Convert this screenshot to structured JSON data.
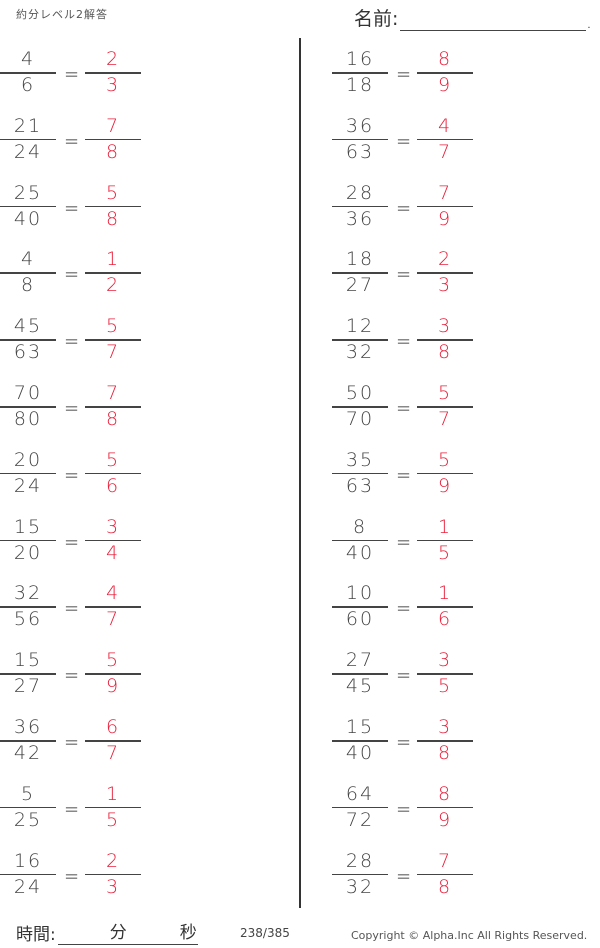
{
  "header": {
    "title": "約分レベル2解答",
    "name_label": "名前:",
    "name_value": ""
  },
  "colors": {
    "question": "#444444",
    "answer": "#e8213c",
    "divider": "#333333"
  },
  "left_column": [
    {
      "q_num": "4",
      "q_den": "6",
      "a_num": "2",
      "a_den": "3"
    },
    {
      "q_num": "21",
      "q_den": "24",
      "a_num": "7",
      "a_den": "8"
    },
    {
      "q_num": "25",
      "q_den": "40",
      "a_num": "5",
      "a_den": "8"
    },
    {
      "q_num": "4",
      "q_den": "8",
      "a_num": "1",
      "a_den": "2"
    },
    {
      "q_num": "45",
      "q_den": "63",
      "a_num": "5",
      "a_den": "7"
    },
    {
      "q_num": "70",
      "q_den": "80",
      "a_num": "7",
      "a_den": "8"
    },
    {
      "q_num": "20",
      "q_den": "24",
      "a_num": "5",
      "a_den": "6"
    },
    {
      "q_num": "15",
      "q_den": "20",
      "a_num": "3",
      "a_den": "4"
    },
    {
      "q_num": "32",
      "q_den": "56",
      "a_num": "4",
      "a_den": "7"
    },
    {
      "q_num": "15",
      "q_den": "27",
      "a_num": "5",
      "a_den": "9"
    },
    {
      "q_num": "36",
      "q_den": "42",
      "a_num": "6",
      "a_den": "7"
    },
    {
      "q_num": "5",
      "q_den": "25",
      "a_num": "1",
      "a_den": "5"
    },
    {
      "q_num": "16",
      "q_den": "24",
      "a_num": "2",
      "a_den": "3"
    }
  ],
  "right_column": [
    {
      "q_num": "16",
      "q_den": "18",
      "a_num": "8",
      "a_den": "9"
    },
    {
      "q_num": "36",
      "q_den": "63",
      "a_num": "4",
      "a_den": "7"
    },
    {
      "q_num": "28",
      "q_den": "36",
      "a_num": "7",
      "a_den": "9"
    },
    {
      "q_num": "18",
      "q_den": "27",
      "a_num": "2",
      "a_den": "3"
    },
    {
      "q_num": "12",
      "q_den": "32",
      "a_num": "3",
      "a_den": "8"
    },
    {
      "q_num": "50",
      "q_den": "70",
      "a_num": "5",
      "a_den": "7"
    },
    {
      "q_num": "35",
      "q_den": "63",
      "a_num": "5",
      "a_den": "9"
    },
    {
      "q_num": "8",
      "q_den": "40",
      "a_num": "1",
      "a_den": "5"
    },
    {
      "q_num": "10",
      "q_den": "60",
      "a_num": "1",
      "a_den": "6"
    },
    {
      "q_num": "27",
      "q_den": "45",
      "a_num": "3",
      "a_den": "5"
    },
    {
      "q_num": "15",
      "q_den": "40",
      "a_num": "3",
      "a_den": "8"
    },
    {
      "q_num": "64",
      "q_den": "72",
      "a_num": "8",
      "a_den": "9"
    },
    {
      "q_num": "28",
      "q_den": "32",
      "a_num": "7",
      "a_den": "8"
    }
  ],
  "equals_sign": "=",
  "footer": {
    "time_label": "時間:",
    "minutes_label": "分",
    "seconds_label": "秒",
    "page_number": "238/385",
    "copyright": "Copyright ©  Alpha.Inc All Rights Reserved."
  }
}
